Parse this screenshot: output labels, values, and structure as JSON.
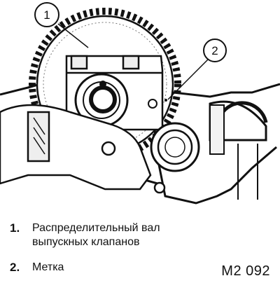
{
  "callouts": [
    {
      "number": "1"
    },
    {
      "number": "2"
    }
  ],
  "legend": [
    {
      "number": "1.",
      "text_line1": "Распределительный вал",
      "text_line2": "выпускных клапанов"
    },
    {
      "number": "2.",
      "text_line1": "Метка"
    }
  ],
  "figure_code": "M2 092"
}
